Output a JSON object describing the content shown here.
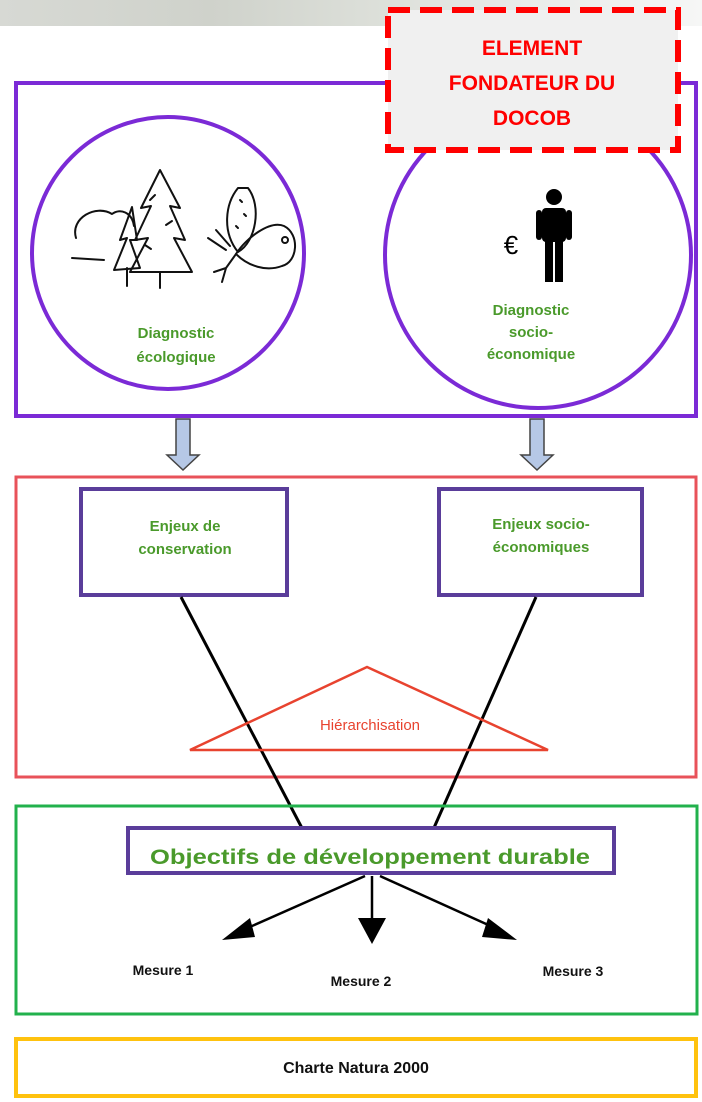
{
  "callout": {
    "line1": "ELEMENT",
    "line2": "FONDATEUR DU",
    "line3": "DOCOB"
  },
  "diagnostics": {
    "ecological": {
      "line1": "Diagnostic",
      "line2": "écologique"
    },
    "socioeconomic": {
      "line1": "Diagnostic",
      "line2": "socio-",
      "line3": "économique"
    },
    "currency_symbol": "€"
  },
  "stakes": {
    "conservation": {
      "line1": "Enjeux de",
      "line2": "conservation"
    },
    "socioeconomic": {
      "line1": "Enjeux socio-",
      "line2": "économiques"
    },
    "prioritization": "Hiérarchisation"
  },
  "objectives": {
    "title": "Objectifs de développement durable",
    "measures": [
      "Mesure 1",
      "Mesure 2",
      "Mesure 3"
    ]
  },
  "charter": {
    "label": "Charte Natura 2000"
  },
  "colors": {
    "purple": "#7b2ad6",
    "red": "#e8525a",
    "green": "#22b14c",
    "yellow": "#ffc20e",
    "indigo": "#5a3d9a",
    "text_green": "#4a9a2b",
    "callout_red": "#ff0000",
    "callout_fill": "#f0f0f0",
    "arrow_blue": "#b6c8e6"
  }
}
